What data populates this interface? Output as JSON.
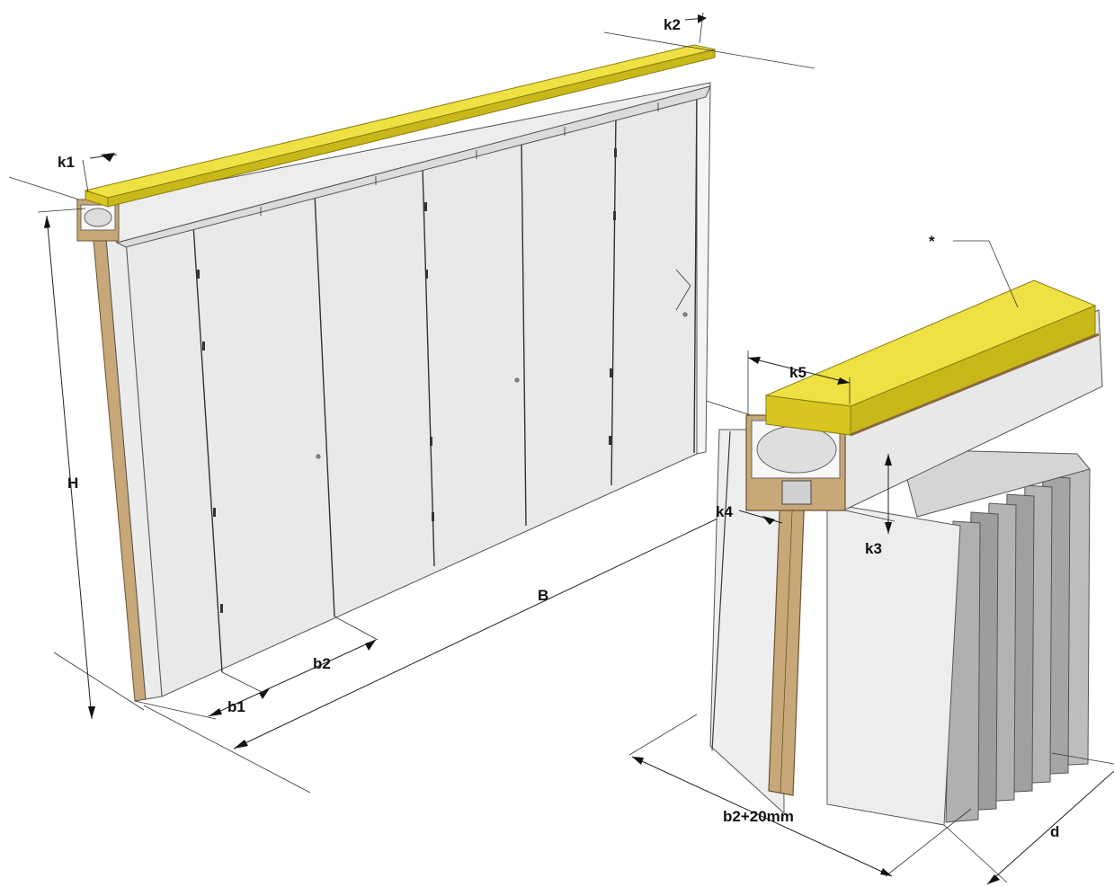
{
  "labels": {
    "k1": "k1",
    "k2": "k2",
    "k3": "k3",
    "k4": "k4",
    "k5": "k5",
    "H": "H",
    "B": "B",
    "b1": "b1",
    "b2": "b2",
    "b2_plus": "b2+20mm",
    "d": "d",
    "asterisk": "*"
  },
  "colors": {
    "foam_yellow": "#e3d21e",
    "foam_top": "#efe043",
    "wood": "#c8a878",
    "panel": "#e9e9e9",
    "panel_shadow": "#d6d6d6",
    "rail": "#e4e4e4",
    "stack_gray": "#9a9a9a"
  }
}
